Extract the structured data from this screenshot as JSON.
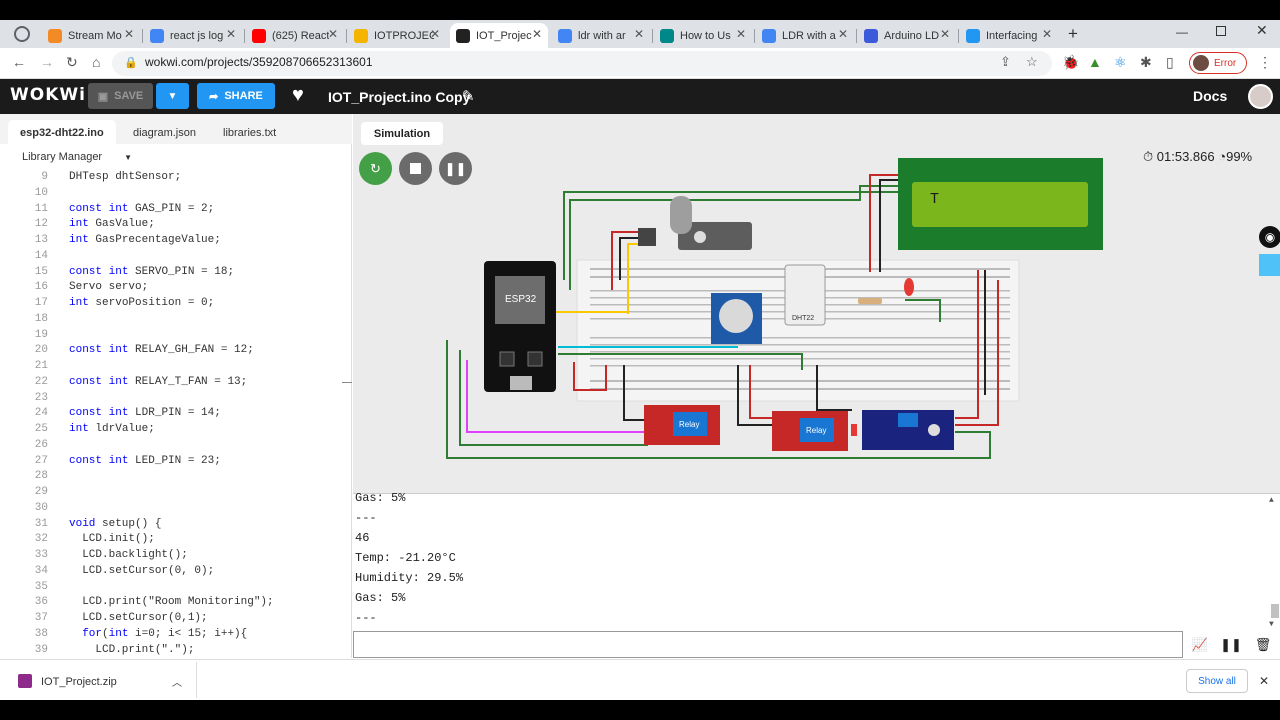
{
  "browser": {
    "tabs": [
      {
        "label": "Stream Mo",
        "icon": "stream-favicon",
        "color": "#f28b26"
      },
      {
        "label": "react js log",
        "icon": "google-favicon",
        "color": "#4285f4"
      },
      {
        "label": "(625) React",
        "icon": "youtube-favicon",
        "color": "#ff0000"
      },
      {
        "label": "IOTPROJEC",
        "icon": "hand-favicon",
        "color": "#f5b400"
      },
      {
        "label": "IOT_Projec",
        "icon": "wokwi-favicon",
        "color": "#222222"
      },
      {
        "label": "ldr with ar",
        "icon": "google-favicon",
        "color": "#4285f4"
      },
      {
        "label": "How to Us",
        "icon": "robot-favicon",
        "color": "#00878a"
      },
      {
        "label": "LDR with a",
        "icon": "google-favicon",
        "color": "#4285f4"
      },
      {
        "label": "Arduino LD",
        "icon": "arduino-favicon",
        "color": "#3b5bdb"
      },
      {
        "label": "Interfacing",
        "icon": "grid-favicon",
        "color": "#2196f3"
      }
    ],
    "url": "wokwi.com/projects/359208706652313601",
    "profile_status": "Error"
  },
  "wokwi": {
    "logo": "WOKWi",
    "save_label": "SAVE",
    "share_label": "SHARE",
    "project_name": "IOT_Project.ino Copy",
    "docs_label": "Docs"
  },
  "editor": {
    "tabs": [
      "esp32-dht22.ino",
      "diagram.json",
      "libraries.txt"
    ],
    "library_manager": "Library Manager",
    "lines": [
      {
        "n": "9",
        "t": "DHTesp dhtSensor;"
      },
      {
        "n": "10",
        "t": ""
      },
      {
        "n": "11",
        "t": "const int GAS_PIN = 2;"
      },
      {
        "n": "12",
        "t": "int GasValue;"
      },
      {
        "n": "13",
        "t": "int GasPrecentageValue;"
      },
      {
        "n": "14",
        "t": ""
      },
      {
        "n": "15",
        "t": "const int SERVO_PIN = 18;"
      },
      {
        "n": "16",
        "t": "Servo servo;"
      },
      {
        "n": "17",
        "t": "int servoPosition = 0;"
      },
      {
        "n": "18",
        "t": ""
      },
      {
        "n": "19",
        "t": ""
      },
      {
        "n": "20",
        "t": "const int RELAY_GH_FAN = 12;"
      },
      {
        "n": "21",
        "t": ""
      },
      {
        "n": "22",
        "t": "const int RELAY_T_FAN = 13;"
      },
      {
        "n": "23",
        "t": ""
      },
      {
        "n": "24",
        "t": "const int LDR_PIN = 14;"
      },
      {
        "n": "25",
        "t": "int ldrValue;"
      },
      {
        "n": "26",
        "t": ""
      },
      {
        "n": "27",
        "t": "const int LED_PIN = 23;"
      },
      {
        "n": "28",
        "t": ""
      },
      {
        "n": "29",
        "t": ""
      },
      {
        "n": "30",
        "t": ""
      },
      {
        "n": "31",
        "t": "void setup() {"
      },
      {
        "n": "32",
        "t": "  LCD.init();"
      },
      {
        "n": "33",
        "t": "  LCD.backlight();"
      },
      {
        "n": "34",
        "t": "  LCD.setCursor(0, 0);"
      },
      {
        "n": "35",
        "t": ""
      },
      {
        "n": "36",
        "t": "  LCD.print(\"Room Monitoring\");"
      },
      {
        "n": "37",
        "t": "  LCD.setCursor(0,1);"
      },
      {
        "n": "38",
        "t": "  for(int i=0; i< 15; i++){"
      },
      {
        "n": "39",
        "t": "    LCD.print(\".\");"
      }
    ]
  },
  "simulation": {
    "tab_label": "Simulation",
    "timer": "01:53.866",
    "speed": "99%",
    "lcd_text": "T",
    "esp32_label": "ESP32",
    "dht_label": "DHT22",
    "relay_label": "Relay"
  },
  "serial": {
    "lines": [
      "Gas: 5%",
      "---",
      "46",
      "Temp: -21.20°C",
      "Humidity: 29.5%",
      "Gas: 5%",
      "---"
    ]
  },
  "download": {
    "file": "IOT_Project.zip",
    "show_all": "Show all"
  },
  "colors": {
    "accent": "#2196f3",
    "run_green": "#43a047",
    "lcd_green": "#7ab61c"
  }
}
